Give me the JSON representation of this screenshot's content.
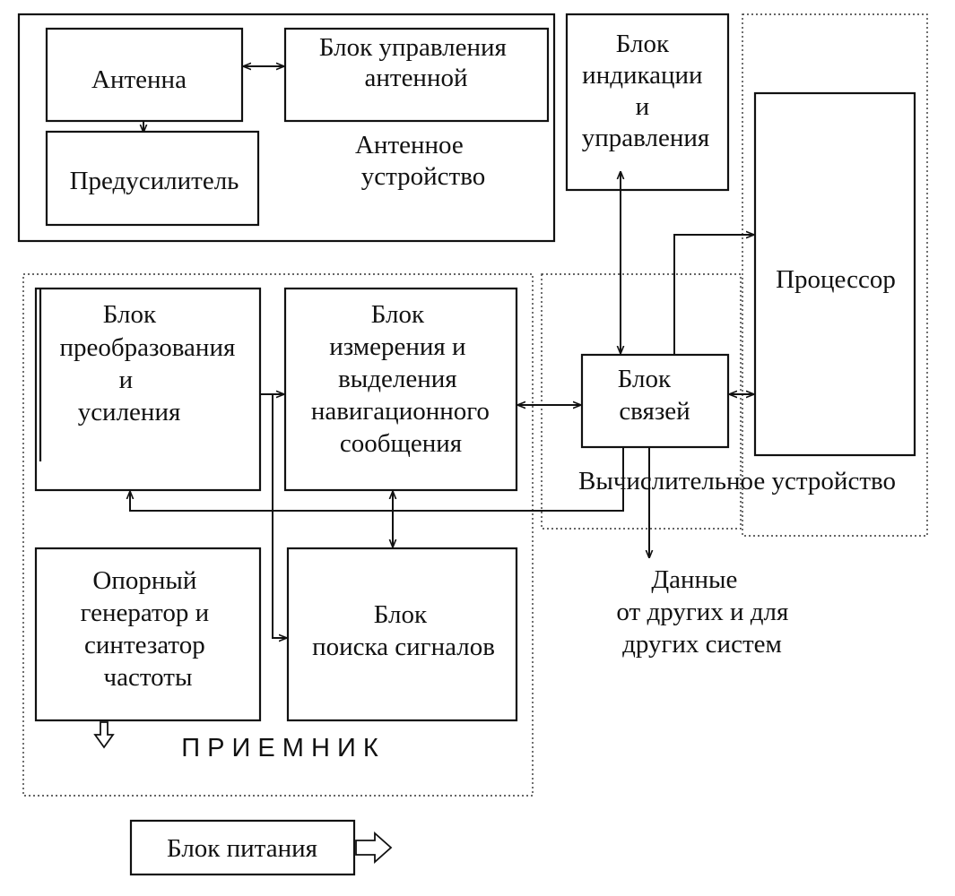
{
  "blocks": {
    "antenna": {
      "lines": [
        "Антенна"
      ]
    },
    "antenna_control": {
      "lines": [
        "Блок управления",
        "антенной"
      ]
    },
    "preamp": {
      "lines": [
        "Предусилитель"
      ]
    },
    "antenna_device_caption": {
      "lines": [
        "Антенное",
        "устройство"
      ]
    },
    "indication": {
      "lines": [
        "Блок",
        "индикации",
        "и",
        "управления"
      ]
    },
    "processor": {
      "lines": [
        "Процессор"
      ]
    },
    "conversion": {
      "lines": [
        "Блок",
        "преобразования",
        "и",
        "усиления"
      ]
    },
    "measurement": {
      "lines": [
        "Блок",
        "измерения и",
        "выделения",
        "навигационного",
        "сообщения"
      ]
    },
    "links": {
      "lines": [
        "Блок",
        "связей"
      ]
    },
    "computing_caption": {
      "lines": [
        "Вычислительное устройство"
      ]
    },
    "reference": {
      "lines": [
        "Опорный",
        "генератор и",
        "синтезатор",
        "частоты"
      ]
    },
    "search": {
      "lines": [
        "Блок",
        "поиска сигналов"
      ]
    },
    "data_caption": {
      "lines": [
        "Данные",
        "от других и для",
        "других систем"
      ]
    },
    "receiver_caption": {
      "lines": [
        "П Р И Е М Н И К"
      ]
    },
    "power": {
      "lines": [
        "Блок питания"
      ]
    }
  }
}
